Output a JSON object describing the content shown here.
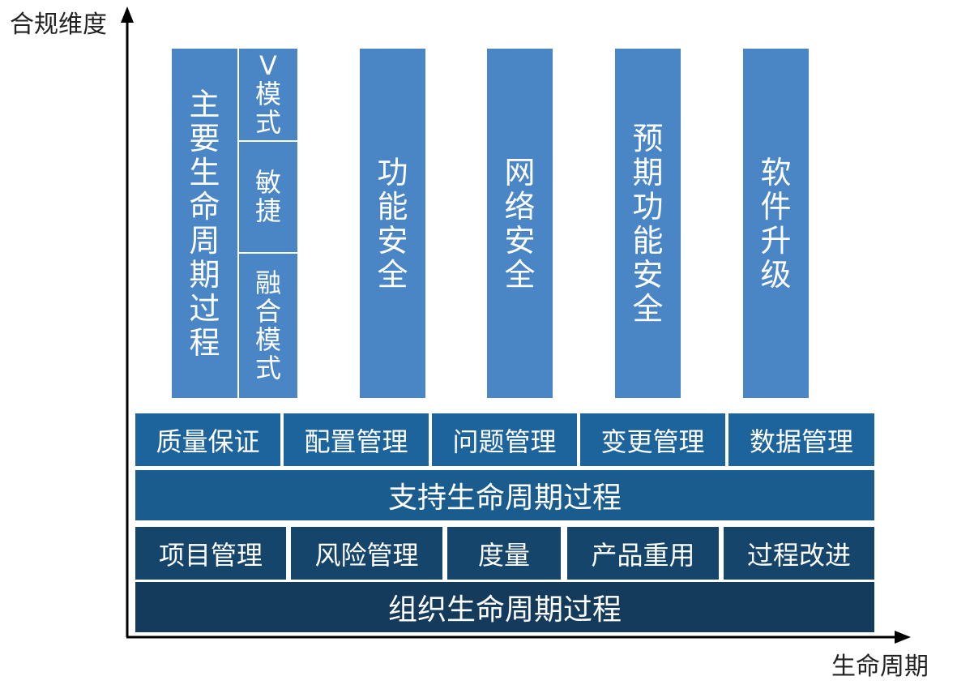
{
  "axes": {
    "y_label": "合规维度",
    "x_label": "生命周期"
  },
  "main_process": {
    "label": "主要生命周期过程",
    "submodels": [
      "V模式",
      "敏捷",
      "融合模式"
    ]
  },
  "domain_columns": [
    "功能安全",
    "网络安全",
    "预期功能安全",
    "软件升级"
  ],
  "support_row": [
    "质量保证",
    "配置管理",
    "问题管理",
    "变更管理",
    "数据管理"
  ],
  "support_band": "支持生命周期过程",
  "org_row": [
    "项目管理",
    "风险管理",
    "度量",
    "产品重用",
    "过程改进"
  ],
  "org_band": "组织生命周期过程",
  "colors": {
    "column_blue": "#4a86c6",
    "support_row_blue": "#1d639c",
    "support_band_blue": "#1a5c8e",
    "org_row_blue": "#16456c",
    "org_band_blue": "#143a5c"
  }
}
